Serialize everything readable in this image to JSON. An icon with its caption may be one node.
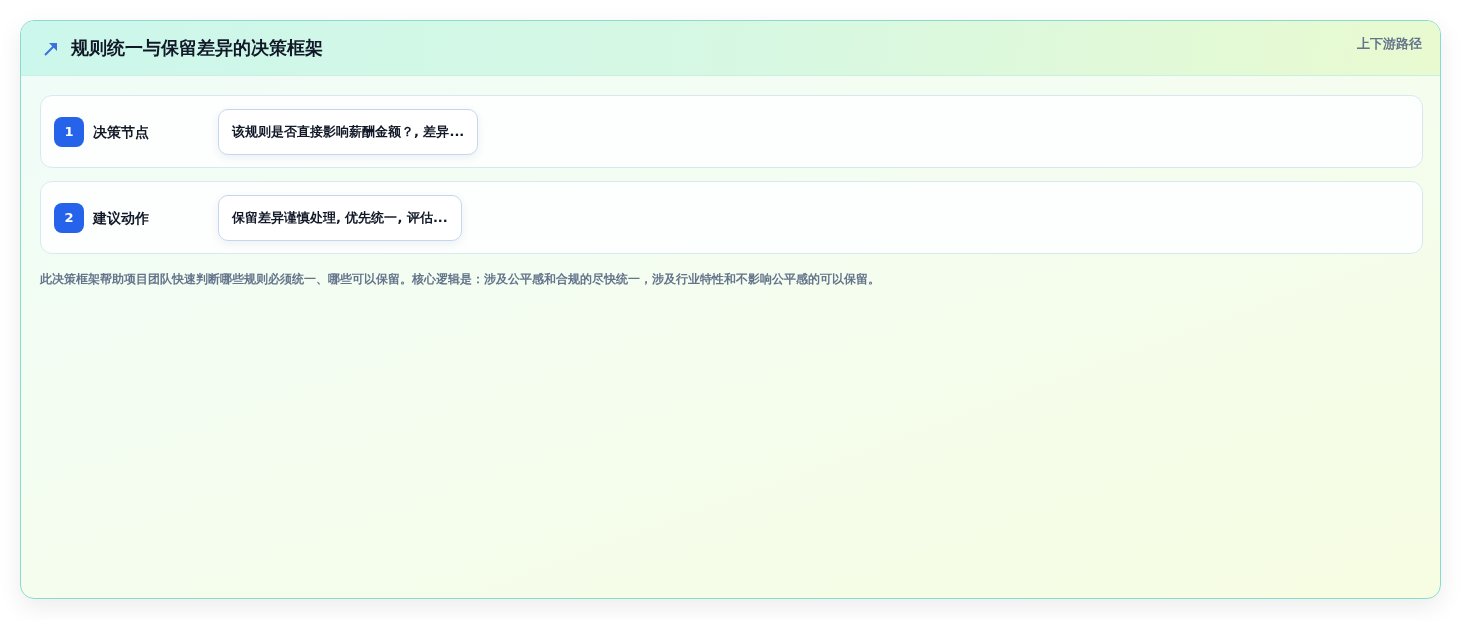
{
  "diagram": {
    "title": "规则统一与保留差异的决策框架",
    "nodes": [
      {
        "text": [
          "决策节点"
        ]
      },
      {
        "text": [
          "1"
        ],
        "in": 0
      },
      {
        "text": [
          "该规则是否直接影响薪酬金额？, 差异..."
        ],
        "in": 0
      },
      {
        "text": [
          "建议动作"
        ]
      },
      {
        "text": [
          "2"
        ],
        "in": 3
      },
      {
        "text": [
          "保留差异谨慎处理, 优先统一, 评估..."
        ],
        "in": 3
      }
    ],
    "labels": [
      "上下游路径"
    ],
    "caption": "此决策框架帮助项目团队快速判断哪些规则必须统一、哪些可以保留。核心逻辑是：涉及公平感和合规的尽快统一，涉及行业特性和不影响公平感的可以保留。"
  }
}
